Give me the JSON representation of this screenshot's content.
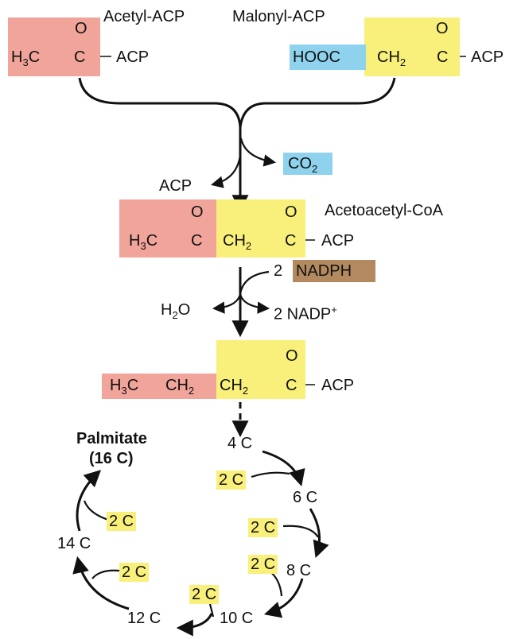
{
  "colors": {
    "acetyl_red": "#f0a49a",
    "malonyl_yellow": "#f8f07a",
    "co2_blue": "#8ed2ee",
    "nadph_brown": "#b38a5f"
  },
  "reactants": {
    "acetyl": {
      "name": "Acetyl-ACP",
      "h": "H",
      "three": "3",
      "c": "C",
      "o": "O",
      "acp": "ACP"
    },
    "malonyl": {
      "name": "Malonyl-ACP",
      "hooc": "HOOC",
      "ch": "CH",
      "two": "2",
      "c": "C",
      "o": "O",
      "acp": "ACP"
    }
  },
  "step1": {
    "acp_released": "ACP",
    "co2_c": "CO",
    "co2_sub": "2",
    "product_name": "Acetoacetyl-CoA",
    "h": "H",
    "three": "3",
    "c": "C",
    "ch": "CH",
    "two": "2",
    "o": "O",
    "acp": "ACP"
  },
  "step2": {
    "nadph_coef": "2",
    "nadph": "NADPH",
    "water_h": "H",
    "water_two": "2",
    "water_o": "O",
    "nadp": "2 NADP",
    "nadp_sup": "+",
    "h": "H",
    "three": "3",
    "c": "C",
    "ch": "CH",
    "two": "2",
    "o": "O",
    "acp": "ACP"
  },
  "cycle": {
    "product_line1": "Palmitate",
    "product_line2": "(16 C)",
    "chain_labels": [
      "4 C",
      "6 C",
      "8 C",
      "10 C",
      "12 C",
      "14 C"
    ],
    "added_unit": "2 C"
  }
}
